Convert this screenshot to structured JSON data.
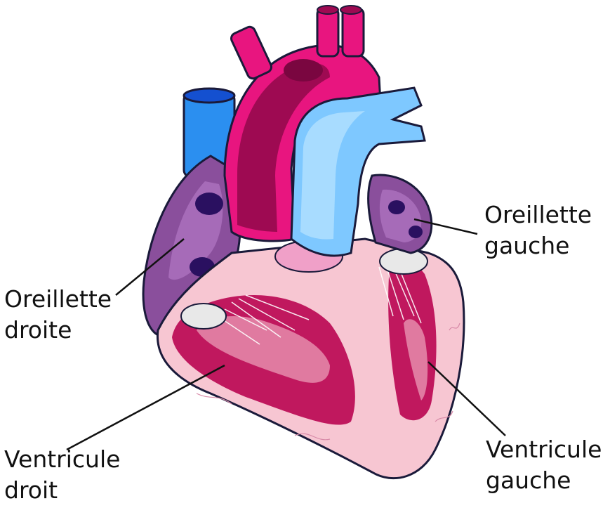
{
  "labels": {
    "right_atrium": [
      "Oreillette",
      "droite"
    ],
    "left_atrium": [
      "Oreillette",
      "gauche"
    ],
    "right_ventricle": [
      "Ventricule",
      "droit"
    ],
    "left_ventricle": [
      "Ventricule",
      "gauche"
    ]
  },
  "colors": {
    "aorta": "#e8157f",
    "aorta_dark": "#9e0a52",
    "vena_cava": "#2b8ff0",
    "pulmonary_artery": "#7ec8ff",
    "atrium_purple": "#8a4f9c",
    "atrium_dark": "#2a1060",
    "muscle_light": "#f7c6d2",
    "muscle": "#e07aa0",
    "chamber": "#c0185e",
    "valve": "#f0a0c8",
    "leader": "#111111"
  }
}
